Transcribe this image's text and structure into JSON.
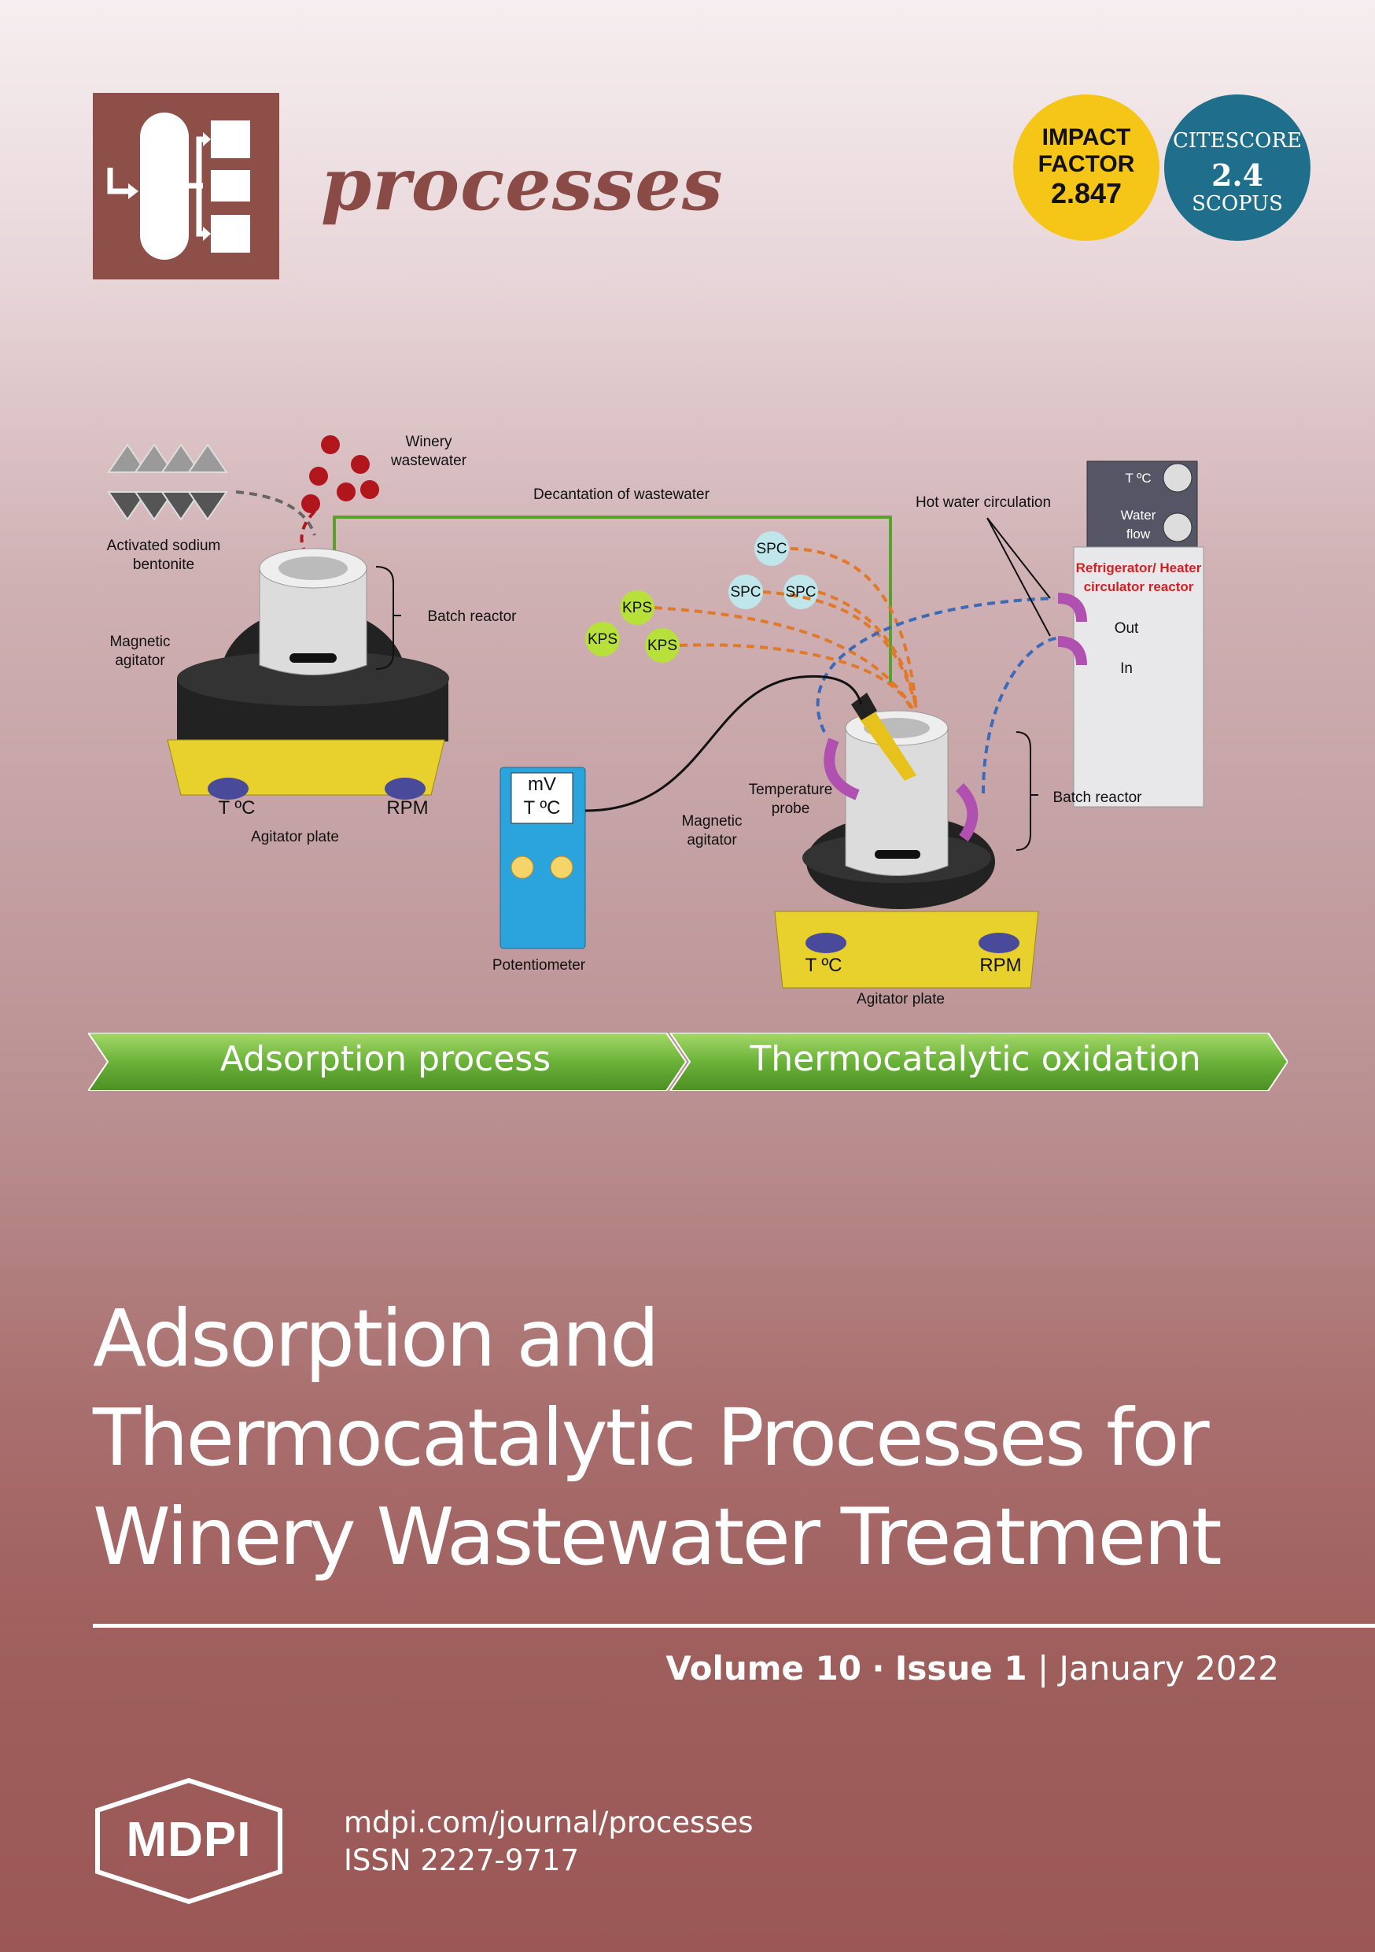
{
  "journal": {
    "name": "processes"
  },
  "badges": {
    "impact_factor": {
      "line1": "IMPACT",
      "line2": "FACTOR",
      "value": "2.847",
      "color": "#f5c518"
    },
    "citescore": {
      "line1": "CITESCORE",
      "value": "2.4",
      "line3": "SCOPUS",
      "color": "#1f6f8c"
    }
  },
  "diagram": {
    "labels": {
      "winery_wastewater": "Winery wastewater",
      "activated_bentonite": "Activated sodium bentonite",
      "decantation": "Decantation of wastewater",
      "hot_water": "Hot water circulation",
      "batch_reactor_1": "Batch reactor",
      "batch_reactor_2": "Batch reactor",
      "magnetic_agitator_1": "Magnetic agitator",
      "magnetic_agitator_2": "Magnetic agitator",
      "temperature_probe": "Temperature probe",
      "potentiometer": "Potentiometer",
      "agitator_plate_1": "Agitator plate",
      "agitator_plate_2": "Agitator plate",
      "plate_temp_1": "T ºC",
      "plate_rpm_1": "RPM",
      "plate_temp_2": "T ºC",
      "plate_rpm_2": "RPM",
      "meter_mv": "mV",
      "meter_temp": "T ºC",
      "fridge_title": "Refrigerator/ Heater circulator reactor",
      "fridge_temp": "T ºC",
      "fridge_flow": "Water flow",
      "fridge_out": "Out",
      "fridge_in": "In",
      "spc": "SPC",
      "kps": "KPS"
    },
    "process_steps": [
      "Adsorption process",
      "Thermocatalytic oxidation"
    ]
  },
  "title": {
    "line1": "Adsorption and",
    "line2": "Thermocatalytic Processes for",
    "line3": "Winery Wastewater Treatment"
  },
  "issue_info": {
    "volume": "Volume 10",
    "sep": "·",
    "issue": "Issue 1",
    "bar": "|",
    "date": "January 2022"
  },
  "publisher": {
    "logo": "MDPI",
    "url": "mdpi.com/journal/processes",
    "issn": "ISSN 2227-9717"
  }
}
